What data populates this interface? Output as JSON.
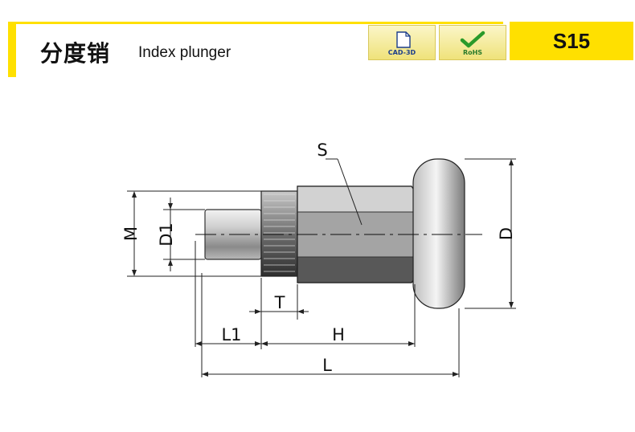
{
  "header": {
    "title_cn": "分度销",
    "title_en": "Index plunger",
    "code": "S15",
    "badges": [
      {
        "label": "CAD-3D",
        "icon": "document-icon"
      },
      {
        "label": "RoHS",
        "icon": "checkmark-icon"
      }
    ]
  },
  "drawing": {
    "labels": {
      "S": "S",
      "M": "M",
      "D1": "D1",
      "D": "D",
      "T": "T",
      "L1": "L1",
      "H": "H",
      "L": "L"
    }
  },
  "colors": {
    "accent": "#ffe000",
    "badge_text": "#1b3d8a",
    "rohs_green": "#2a9a2a"
  }
}
